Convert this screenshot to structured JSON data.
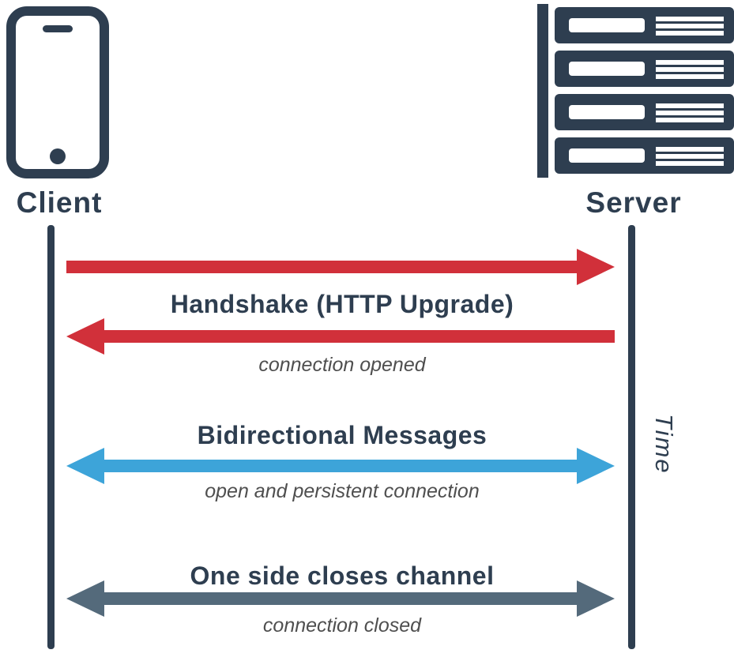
{
  "colors": {
    "dark_slate": "#2e3e50",
    "red": "#d1303a",
    "blue": "#3da4d9",
    "slate_gray": "#546a7b",
    "subtitle_gray": "#4f4f4f",
    "white": "#ffffff"
  },
  "actors": {
    "client_label": "Client",
    "client_icon": "smartphone-icon",
    "server_label": "Server",
    "server_icon": "server-rack-icon"
  },
  "time_axis_label": "Time",
  "steps": {
    "handshake": {
      "title": "Handshake (HTTP Upgrade)",
      "subtitle": "connection opened",
      "request_direction": "client-to-server",
      "response_direction": "server-to-client",
      "arrow_color": "#d1303a"
    },
    "messages": {
      "title": "Bidirectional Messages",
      "subtitle": "open and persistent connection",
      "direction": "bidirectional",
      "arrow_color": "#3da4d9"
    },
    "close": {
      "title": "One side closes channel",
      "subtitle": "connection closed",
      "direction": "bidirectional",
      "arrow_color": "#546a7b"
    }
  }
}
